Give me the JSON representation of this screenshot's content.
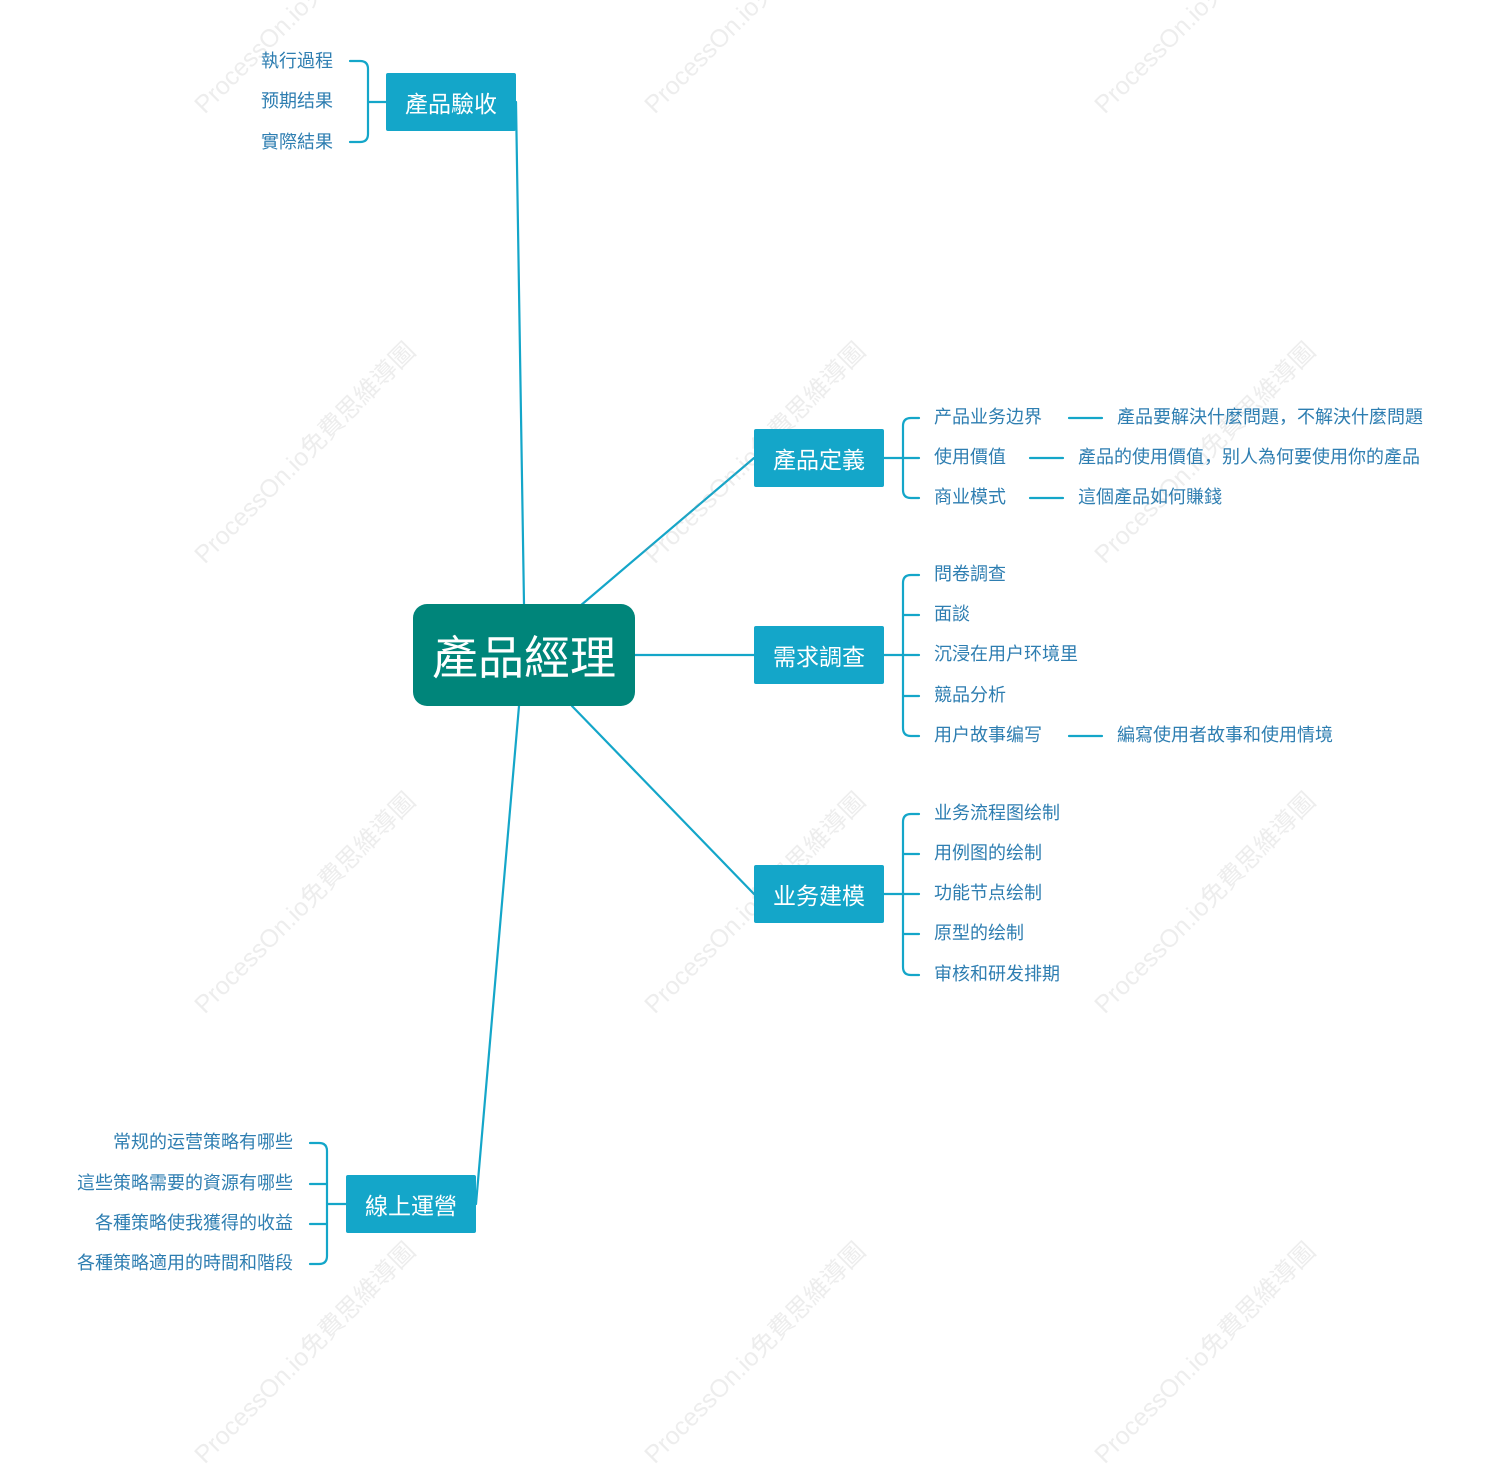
{
  "colors": {
    "root": "#00857a",
    "branch": "#14a6c9",
    "line": "#14a6c9",
    "text": "#2e7eb1"
  },
  "watermark": "ProcessOn.io免費思維導圖",
  "root": {
    "label": "產品經理"
  },
  "branches": {
    "acceptance": {
      "label": "產品驗收",
      "items": [
        "執行過程",
        "预期结果",
        "實際結果"
      ]
    },
    "definition": {
      "label": "產品定義",
      "items": [
        {
          "text": "产品业务边界",
          "detail": "產品要解決什麼問題，不解決什麼問題"
        },
        {
          "text": "使用價值",
          "detail": "產品的使用價值，别人為何要使用你的產品"
        },
        {
          "text": "商业模式",
          "detail": "這個產品如何賺錢"
        }
      ]
    },
    "research": {
      "label": "需求調查",
      "items": [
        {
          "text": "問卷調查"
        },
        {
          "text": "面談"
        },
        {
          "text": "沉浸在用户环境里"
        },
        {
          "text": "競品分析"
        },
        {
          "text": "用户故事编写",
          "detail": "編寫使用者故事和使用情境"
        }
      ]
    },
    "modeling": {
      "label": "业务建模",
      "items": [
        "业务流程图绘制",
        "用例图的绘制",
        "功能节点绘制",
        "原型的绘制",
        "审核和研发排期"
      ]
    },
    "operations": {
      "label": "線上運營",
      "items": [
        "常规的运营策略有哪些",
        "這些策略需要的資源有哪些",
        "各種策略使我獲得的收益",
        "各種策略適用的時間和階段"
      ]
    }
  }
}
